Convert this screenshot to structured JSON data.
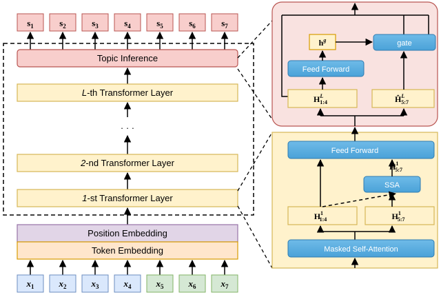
{
  "outputs": [
    {
      "sym": "s",
      "sub": "1"
    },
    {
      "sym": "s",
      "sub": "2"
    },
    {
      "sym": "s",
      "sub": "3"
    },
    {
      "sym": "s",
      "sub": "4"
    },
    {
      "sym": "s",
      "sub": "5"
    },
    {
      "sym": "s",
      "sub": "6"
    },
    {
      "sym": "s",
      "sub": "7"
    }
  ],
  "inputs": [
    {
      "sym": "x",
      "sub": "1"
    },
    {
      "sym": "x",
      "sub": "2"
    },
    {
      "sym": "x",
      "sub": "3"
    },
    {
      "sym": "x",
      "sub": "4"
    },
    {
      "sym": "x",
      "sub": "5"
    },
    {
      "sym": "x",
      "sub": "6"
    },
    {
      "sym": "x",
      "sub": "7"
    }
  ],
  "left": {
    "topic_inference": "Topic Inference",
    "layer_L": {
      "var": "L",
      "rest": "-th Transformer Layer"
    },
    "ellipsis": "· · ·",
    "layer_2": {
      "num": "2",
      "rest": "-nd Transformer Layer"
    },
    "layer_1": {
      "num": "1",
      "rest": "-st Transformer Layer"
    },
    "position_embedding": "Position Embedding",
    "token_embedding": "Token Embedding"
  },
  "top_right": {
    "h_g": {
      "sym": "h",
      "sup": "g"
    },
    "gate": "gate",
    "feed_forward": "Feed Forward",
    "H_L_14": {
      "sym": "H",
      "sup": "L",
      "sub": "1:4"
    },
    "H_L_57": {
      "sym": "Ĥ",
      "sup": "L",
      "sub": "5:7"
    }
  },
  "bottom_right": {
    "feed_forward": "Feed Forward",
    "H_hat_1_57": {
      "sym": "Ĥ",
      "sup": "1",
      "sub": "5:7"
    },
    "ssa": "SSA",
    "H_1_14": {
      "sym": "H",
      "sup": "1",
      "sub": "1:4"
    },
    "H_1_57": {
      "sym": "H",
      "sup": "1",
      "sub": "5:7"
    },
    "masked_self_attention": "Masked Self-Attention"
  },
  "colors": {
    "output_fill": "#f8cecc",
    "output_stroke": "#b85450",
    "topic_fill": "#f8cecc",
    "topic_stroke": "#b85450",
    "layer_fill": "#fff2cc",
    "layer_stroke": "#d6b656",
    "position_fill": "#e1d5e7",
    "position_stroke": "#9673a6",
    "token_fill": "#ffe6cc",
    "token_stroke": "#d79b00",
    "input_blue_fill": "#dae8fc",
    "input_blue_stroke": "#6c8ebf",
    "input_green_fill": "#d5e8d4",
    "input_green_stroke": "#82b366",
    "panel_top_fill": "#f9e2e0",
    "panel_top_stroke": "#b85450",
    "panel_bottom_fill": "#fff2cc",
    "panel_bottom_stroke": "#d6b656",
    "module_fill": "#5aaee0",
    "module_stroke": "#2e7bb0",
    "hidden_fill": "#fff2cc",
    "hidden_stroke": "#d6b656"
  }
}
